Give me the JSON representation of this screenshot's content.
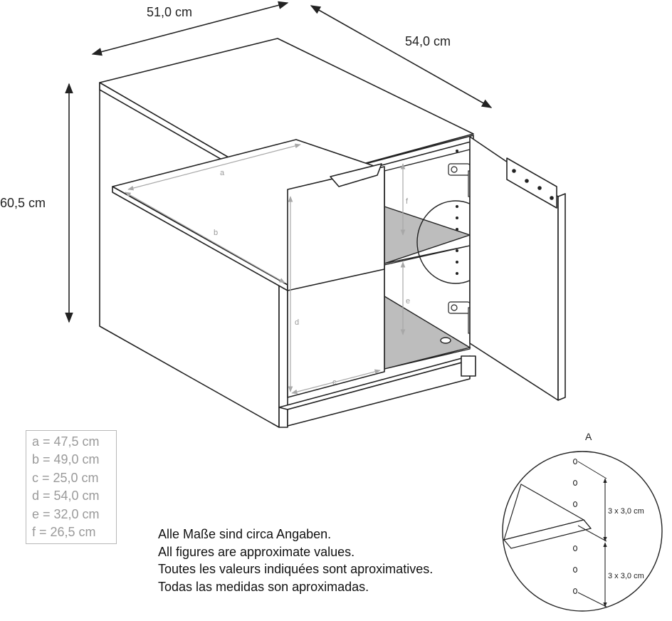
{
  "dimensions": {
    "width": "51,0 cm",
    "depth": "54,0 cm",
    "height": "60,5 cm"
  },
  "part_labels": {
    "a": "a",
    "b": "b",
    "c": "c",
    "d": "d",
    "e": "e",
    "f": "f"
  },
  "callout": {
    "label": "A",
    "detail_title": "A",
    "spacing_upper": "3 x 3,0 cm",
    "spacing_lower": "3 x 3,0 cm"
  },
  "legend": [
    "a = 47,5 cm",
    "b = 49,0 cm",
    "c = 25,0 cm",
    "d = 54,0 cm",
    "e = 32,0 cm",
    "f  = 26,5 cm"
  ],
  "notes": [
    "Alle Maße sind circa Angaben.",
    "All figures are approximate values.",
    "Toutes les valeurs indiquées sont aproximatives.",
    "Todas las medidas son aproximadas."
  ]
}
